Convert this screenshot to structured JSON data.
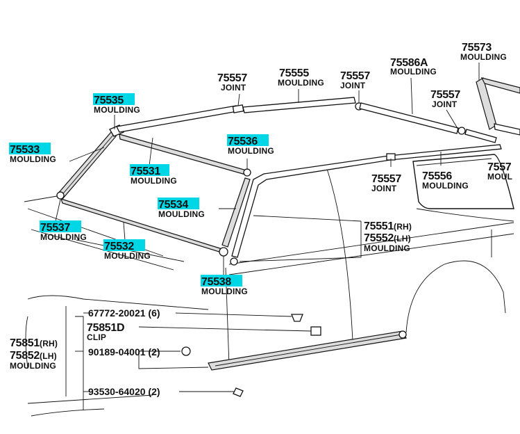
{
  "highlight_color": "#00d7e6",
  "ink_color": "#111111",
  "labels": {
    "p75535": "75535",
    "n75535": "MOULDING",
    "p75533": "75533",
    "n75533": "MOULDING",
    "p75531": "75531",
    "n75531": "MOULDING",
    "p75536": "75536",
    "n75536": "MOULDING",
    "p75534": "75534",
    "n75534": "MOULDING",
    "p75537": "75537",
    "n75537": "MOULDING",
    "p75532": "75532",
    "n75532": "MOULDING",
    "p75538": "75538",
    "n75538": "MOULDING",
    "p75557a": "75557",
    "n75557a": "JOINT",
    "p75555": "75555",
    "n75555": "MOULDING",
    "p75557b": "75557",
    "n75557b": "JOINT",
    "p75586A": "75586A",
    "n75586A": "MOULDING",
    "p75573": "75573",
    "n75573": "MOULDING",
    "p75557c": "75557",
    "n75557c": "JOINT",
    "p75557d": "75557",
    "n75557d": "JOINT",
    "p75556": "75556",
    "n75556": "MOULDING",
    "p7557x": "7557",
    "n7557x": "MOUL",
    "p75551": "75551",
    "s75551": "(RH)",
    "p75552": "75552",
    "s75552": "(LH)",
    "n75551": "MOULDING",
    "c67772": "67772-20021 (6)",
    "c75851D": "75851D",
    "n75851D": "CLIP",
    "c90189": "90189-04001 (2)",
    "c93530": "93530-64020 (2)",
    "p75851": "75851",
    "s75851": "(RH)",
    "p75852": "75852",
    "s75852": "(LH)",
    "n75851": "MOULDING"
  }
}
